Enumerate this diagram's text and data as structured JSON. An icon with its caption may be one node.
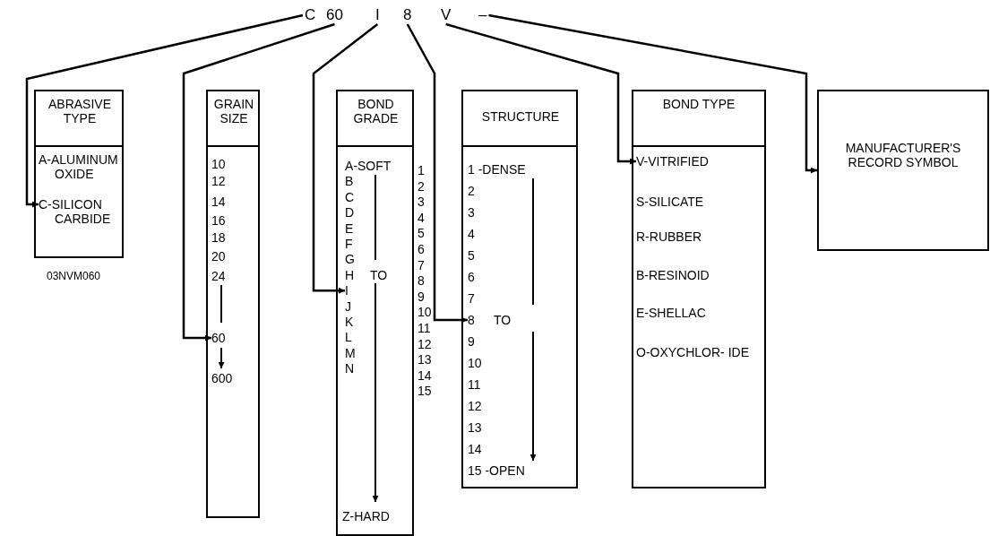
{
  "diagram": {
    "nodes": [
      {
        "text": [
          "C"
        ]
      },
      {
        "text": [
          "60"
        ]
      },
      {
        "text": [
          "I"
        ]
      },
      {
        "text": [
          "8"
        ]
      },
      {
        "text": [
          "V"
        ]
      },
      {
        "text": [
          "–"
        ]
      },
      {
        "text": [
          "ABRASIVE TYPE",
          "A-ALUMINUM OXIDE"
        ]
      },
      {
        "text": [
          "C-SILICON CARBIDE"
        ],
        "in": 6
      },
      {
        "text": [
          "GRAIN SIZE",
          "10",
          "12",
          "14",
          "16",
          "18",
          "20",
          "24",
          "600"
        ]
      },
      {
        "text": [
          "60"
        ],
        "in": 8
      },
      {
        "text": [
          "BOND GRADE",
          "A-SOFT",
          "B",
          "C",
          "D",
          "E",
          "F",
          "G",
          "H",
          "TO",
          "J",
          "K",
          "L",
          "M",
          "N",
          "Z-HARD"
        ],
        "beside": [
          "1",
          "2",
          "3",
          "4",
          "5",
          "6",
          "7",
          "8",
          "9",
          "10",
          "11",
          "12",
          "13",
          "14",
          "15"
        ]
      },
      {
        "text": [
          "I"
        ],
        "in": 10
      },
      {
        "text": [
          "STRUCTURE",
          "1 -DENSE",
          "2",
          "3",
          "4",
          "5",
          "6",
          "7",
          "TO",
          "9",
          "10",
          "11",
          "12",
          "13",
          "14",
          "15 -OPEN"
        ]
      },
      {
        "text": [
          "8"
        ],
        "in": 12
      },
      {
        "text": [
          "BOND TYPE",
          "S-SILICATE",
          "R-RUBBER",
          "B-RESINOID",
          "E-SHELLAC",
          "O-OXYCHLOR- IDE"
        ]
      },
      {
        "text": [
          "V-VITRIFIED"
        ],
        "in": 14
      },
      {
        "text": [
          "MANUFACTURER'S RECORD SYMBOL"
        ]
      }
    ],
    "edges": [
      {
        "from": 0,
        "to": 7,
        "arrow": "to"
      },
      {
        "from": 1,
        "to": 9,
        "arrow": "to"
      },
      {
        "from": 2,
        "to": 11,
        "arrow": "to"
      },
      {
        "from": 3,
        "to": 13,
        "arrow": "to"
      },
      {
        "from": 4,
        "to": 15,
        "arrow": "to"
      },
      {
        "from": 5,
        "to": 16,
        "arrow": "to"
      }
    ],
    "labels": [
      "03NVM060"
    ]
  }
}
